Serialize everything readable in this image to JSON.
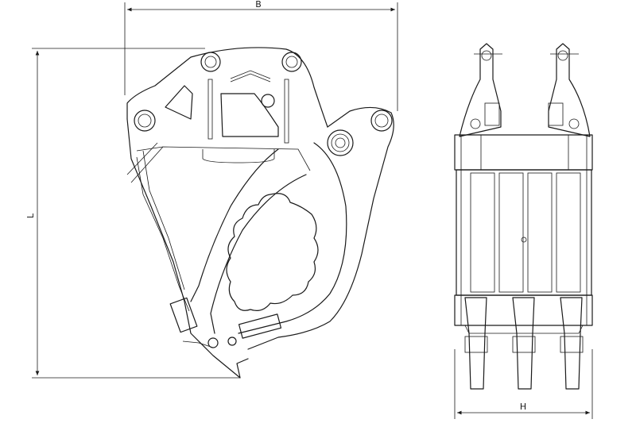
{
  "dimensions": {
    "width_label": "B",
    "length_label": "L",
    "height_label": "H"
  }
}
